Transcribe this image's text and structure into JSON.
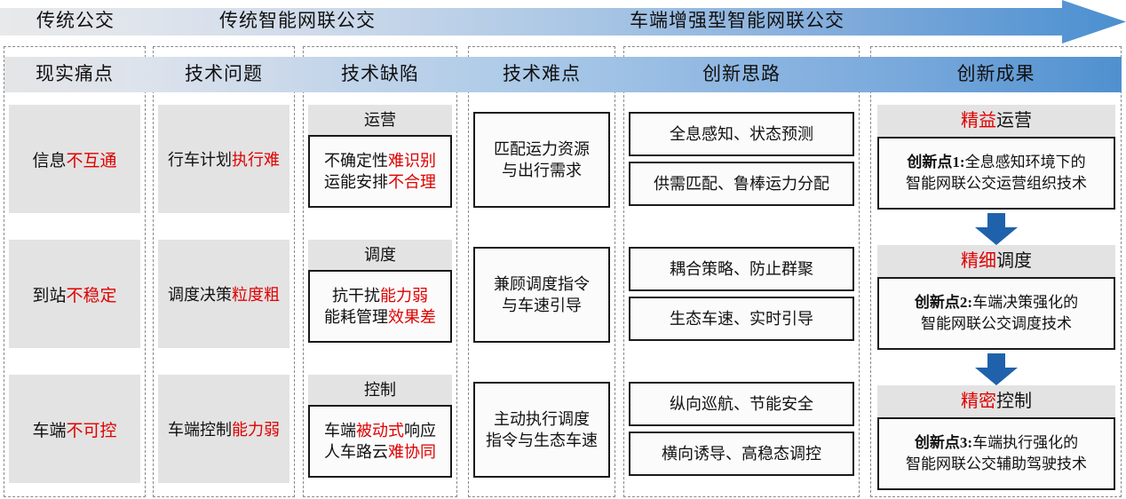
{
  "banner": {
    "segments": [
      {
        "label": "传统公交"
      },
      {
        "label": "传统智能网联公交"
      },
      {
        "label": "车端增强型智能网联公交"
      }
    ]
  },
  "columns": [
    {
      "header": "现实痛点"
    },
    {
      "header": "技术问题"
    },
    {
      "header": "技术缺陷"
    },
    {
      "header": "技术难点"
    },
    {
      "header": "创新思路"
    },
    {
      "header": "创新成果"
    }
  ],
  "pain_points": [
    {
      "plain": "信息",
      "highlight": "不互通"
    },
    {
      "plain": "到站",
      "highlight": "不稳定"
    },
    {
      "plain": "车端",
      "highlight": "不可控"
    }
  ],
  "tech_problems": [
    {
      "plain": "行车计划",
      "highlight": "执行难"
    },
    {
      "plain": "调度决策",
      "highlight": "粒度粗"
    },
    {
      "plain": "车端控制",
      "highlight": "能力弱"
    }
  ],
  "tech_defects": [
    {
      "caption": "运营",
      "lines": [
        {
          "plain": "不确定性",
          "highlight": "难识别"
        },
        {
          "plain": "运能安排",
          "highlight": "不合理"
        }
      ]
    },
    {
      "caption": "调度",
      "lines": [
        {
          "plain": "抗干扰",
          "highlight": "能力弱"
        },
        {
          "plain": "能耗管理",
          "highlight": "效果差"
        }
      ]
    },
    {
      "caption": "控制",
      "lines": [
        {
          "plain_pre": "车端",
          "highlight": "被动式",
          "plain_post": "响应"
        },
        {
          "plain_pre": "人车路云",
          "highlight": "难协同",
          "plain_post": ""
        }
      ]
    }
  ],
  "tech_difficulties": [
    {
      "line1": "匹配运力资源",
      "line2": "与出行需求"
    },
    {
      "line1": "兼顾调度指令",
      "line2": "与车速引导"
    },
    {
      "line1": "主动执行调度",
      "line2": "指令与生态车速"
    }
  ],
  "innovation_ideas": [
    {
      "top": "全息感知、状态预测",
      "bottom": "供需匹配、鲁棒运力分配"
    },
    {
      "top": "耦合策略、防止群聚",
      "bottom": "生态车速、实时引导"
    },
    {
      "top": "纵向巡航、节能安全",
      "bottom": "横向诱导、高稳态调控"
    }
  ],
  "innovation_results": [
    {
      "caption_highlight": "精益",
      "caption_plain": "运营",
      "line1_bold": "创新点1:",
      "line1_rest": "全息感知环境下的",
      "line2": "智能网联公交运营组织技术"
    },
    {
      "caption_highlight": "精细",
      "caption_plain": "调度",
      "line1_bold": "创新点2:",
      "line1_rest": "车端决策强化的",
      "line2": "智能网联公交调度技术"
    },
    {
      "caption_highlight": "精密",
      "caption_plain": "控制",
      "line1_bold": "创新点3:",
      "line1_rest": "车端执行强化的",
      "line2": "智能网联公交辅助驾驶技术"
    }
  ],
  "colors": {
    "banner_start": "#e6e7e8",
    "banner_end": "#4a8fd0",
    "grey_cell": "#e3e3e3",
    "highlight_red": "#e00000",
    "arrow_blue": "#1f62ab",
    "box_border": "#1a1a1a"
  }
}
